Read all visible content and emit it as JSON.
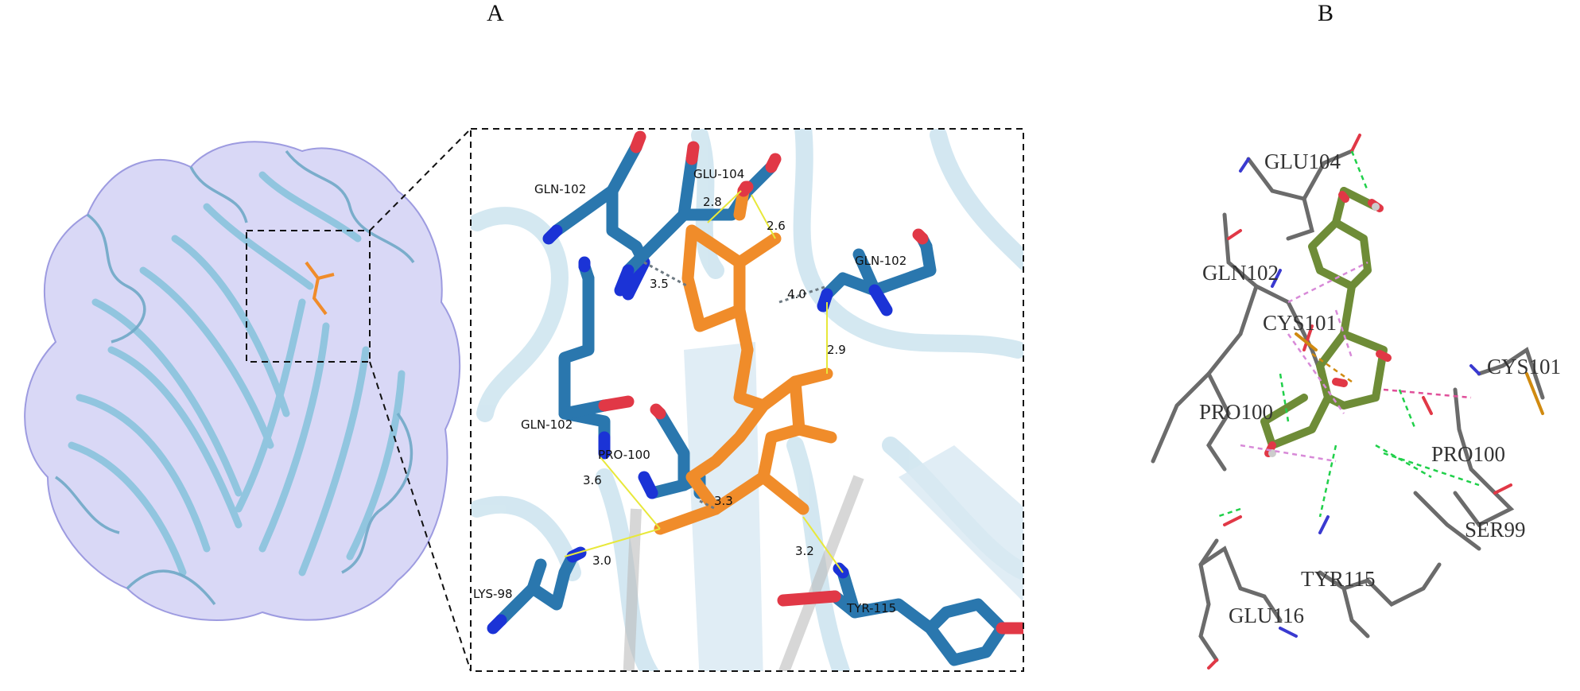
{
  "panels": {
    "a": "A",
    "b": "B"
  },
  "panel_a": {
    "residue_labels": [
      "GLN-102",
      "GLU-104",
      "GLN-102",
      "GLN-102",
      "PRO-100",
      "LYS-98",
      "TYR-115"
    ],
    "distances": [
      "2.8",
      "2.6",
      "3.5",
      "4.0",
      "2.9",
      "3.6",
      "3.3",
      "3.0",
      "3.2"
    ]
  },
  "panel_b": {
    "residue_labels": [
      "GLU104",
      "GLN102",
      "CYS101",
      "CYS101",
      "PRO100",
      "PRO100",
      "SER99",
      "TYR115",
      "GLU116"
    ]
  },
  "colors": {
    "ribbon": "#8ec5de",
    "surface": "#b9b8ef",
    "residue_carbon": "#2a77ae",
    "nitrogen": "#1b33d6",
    "oxygen": "#e13846",
    "ligand_a": "#f08c2a",
    "ligand_b": "#6e8c37",
    "hbond_a": "#e8e83a",
    "hbond_b": "#20d04a",
    "pi_alkyl": "#d88ad8",
    "pi_sulfur": "#d08a10",
    "pi_sigma": "#e0509a"
  }
}
